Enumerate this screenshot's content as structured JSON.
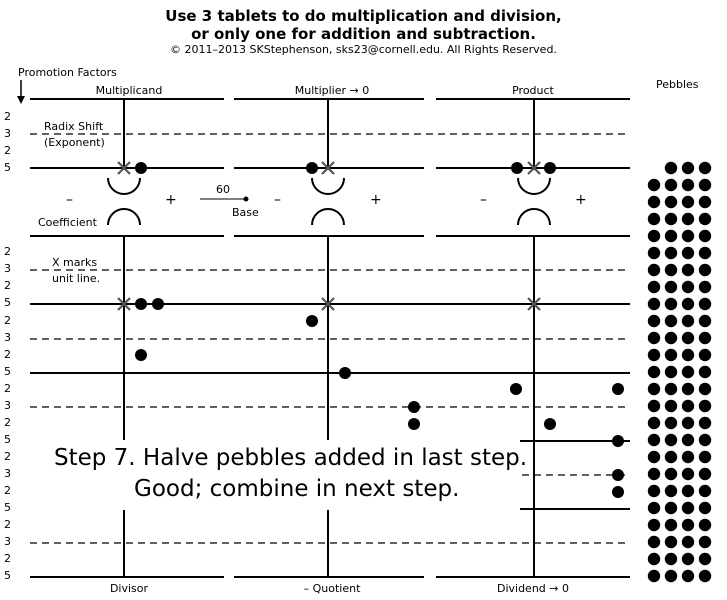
{
  "header": {
    "title_line1": "Use 3 tablets to do multiplication and division,",
    "title_line2": "or only one for addition and subtraction.",
    "copyright": "© 2011–2013 SKStephenson, sks23@cornell.edu. All Rights Reserved."
  },
  "labels": {
    "promotion_factors": "Promotion Factors",
    "pebbles": "Pebbles",
    "radix_shift_1": "Radix Shift",
    "radix_shift_2": "(Exponent)",
    "coefficient": "Coefficient",
    "x_marks_1": "X marks",
    "x_marks_2": "unit line.",
    "base_value": "60",
    "base_label": "Base",
    "minus": "–",
    "plus": "+"
  },
  "tablets": [
    {
      "top": "Multiplicand",
      "bottom": "Divisor"
    },
    {
      "top": "Multiplier → 0",
      "bottom": "– Quotient"
    },
    {
      "top": "Product",
      "bottom": "Dividend → 0"
    }
  ],
  "factors": {
    "exponent": [
      "2",
      "3",
      "2",
      "5"
    ],
    "coefficient": [
      "2",
      "3",
      "2",
      "5",
      "2",
      "3",
      "2",
      "5",
      "2",
      "3",
      "2",
      "5",
      "2",
      "3",
      "2",
      "5",
      "2",
      "3",
      "2",
      "5"
    ]
  },
  "step": {
    "line1": "Step 7. Halve pebbles added in last step.",
    "line2": "Good; combine in next step."
  }
}
